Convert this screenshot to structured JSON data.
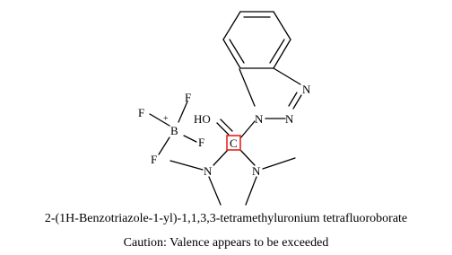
{
  "molecule": {
    "name": "2-(1H-Benzotriazole-1-yl)-1,1,3,3-tetramethyluronium tetrafluoroborate",
    "warning": "Caution: Valence appears to be exceeded",
    "atoms": {
      "n1": "N",
      "n2": "N",
      "n3": "N",
      "f1": "F",
      "f2": "F",
      "f3": "F",
      "f4": "F",
      "boron": "B",
      "boron_charge": "+",
      "hydroxyl": "HO",
      "carbon": "C",
      "n_left": "N",
      "n_right": "N"
    },
    "colors": {
      "bond": "#000000",
      "error_highlight": "#e8231c"
    }
  }
}
